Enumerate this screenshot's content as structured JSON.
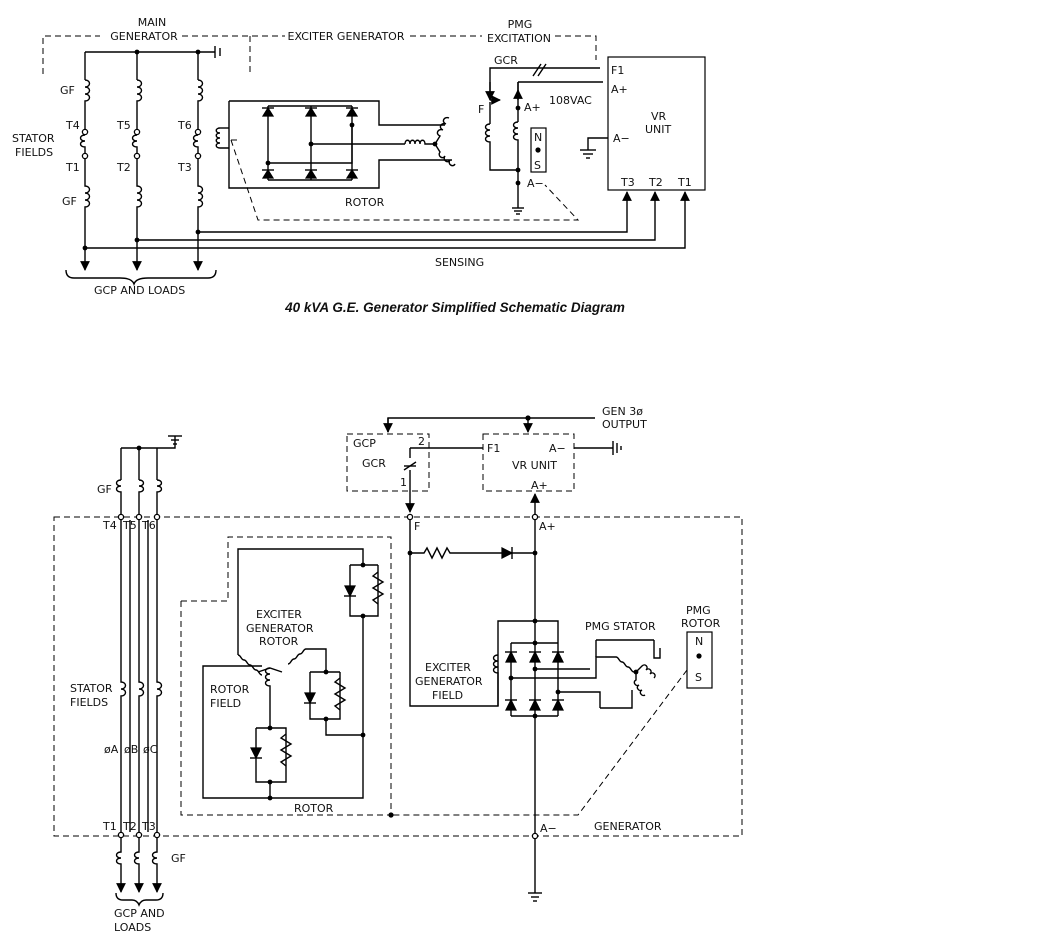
{
  "caption": "40 kVA G.E. Generator Simplified Schematic Diagram",
  "top": {
    "main_generator": [
      "MAIN",
      "GENERATOR"
    ],
    "exciter_generator": "EXCITER GENERATOR",
    "pmg_excitation": [
      "PMG",
      "EXCITATION"
    ],
    "gcr": "GCR",
    "f1": "F1",
    "a_plus": "A+",
    "a_minus": "A−",
    "vac": "108VAC",
    "vr_unit": [
      "VR",
      "UNIT"
    ],
    "stator_fields": [
      "STATOR",
      "FIELDS"
    ],
    "gf": "GF",
    "f": "F",
    "n": "N",
    "s": "S",
    "rotor": "ROTOR",
    "sensing": "SENSING",
    "gcp_loads": "GCP AND LOADS",
    "terminals": {
      "t1": "T1",
      "t2": "T2",
      "t3": "T3",
      "t4": "T4",
      "t5": "T5",
      "t6": "T6"
    }
  },
  "bottom": {
    "gen_output": [
      "GEN 3ø",
      "OUTPUT"
    ],
    "gcp": "GCP",
    "gcr": "GCR",
    "n2": "2",
    "n1": "1",
    "f1": "F1",
    "a_minus": "A−",
    "a_plus": "A+",
    "vr_unit": "VR UNIT",
    "f": "F",
    "gf": "GF",
    "terminals": {
      "t1": "T1",
      "t2": "T2",
      "t3": "T3",
      "t4": "T4",
      "t5": "T5",
      "t6": "T6"
    },
    "stator_fields": [
      "STATOR",
      "FIELDS"
    ],
    "phases": [
      "øA",
      "øB",
      "øC"
    ],
    "exciter_generator_rotor": [
      "EXCITER",
      "GENERATOR",
      "ROTOR"
    ],
    "rotor_field": [
      "ROTOR",
      "FIELD"
    ],
    "rotor": "ROTOR",
    "exciter_generator_field": [
      "EXCITER",
      "GENERATOR",
      "FIELD"
    ],
    "pmg_stator": "PMG STATOR",
    "pmg_rotor": [
      "PMG",
      "ROTOR"
    ],
    "n": "N",
    "s": "S",
    "generator": "GENERATOR",
    "gcp_loads": [
      "GCP AND",
      "LOADS"
    ]
  }
}
